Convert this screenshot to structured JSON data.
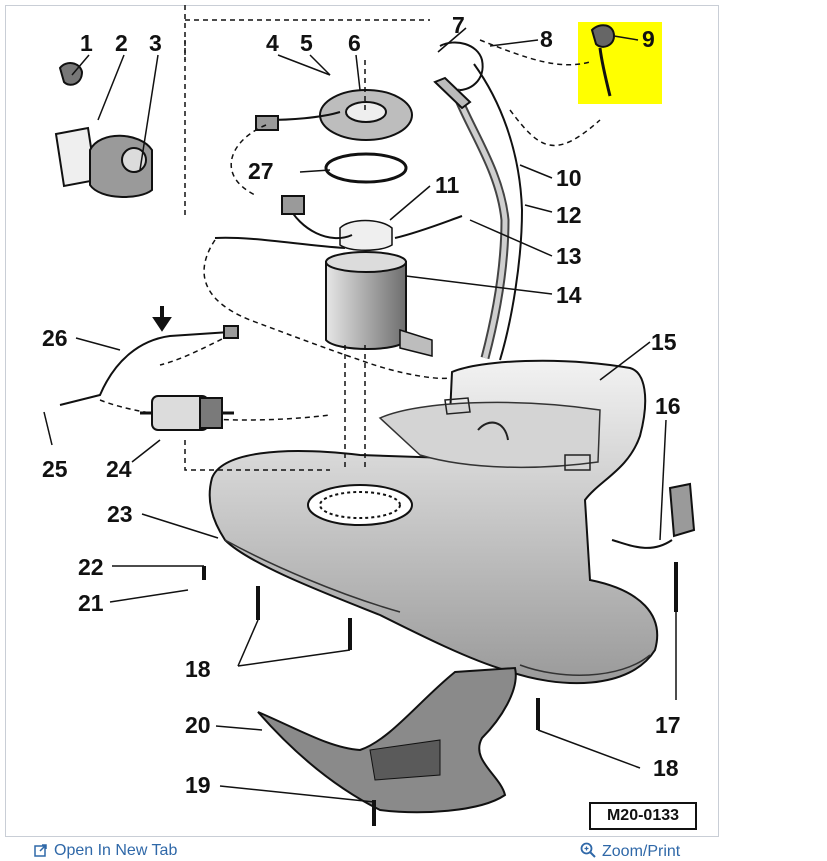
{
  "callouts": [
    "1",
    "2",
    "3",
    "4",
    "5",
    "6",
    "7",
    "8",
    "9",
    "10",
    "11",
    "12",
    "13",
    "14",
    "15",
    "16",
    "17",
    "18",
    "18",
    "19",
    "20",
    "21",
    "22",
    "23",
    "24",
    "25",
    "26",
    "27"
  ],
  "reference_code": "M20-0133",
  "footer": {
    "open_new_tab": "Open In New Tab",
    "zoom_print": "Zoom/Print"
  },
  "colors": {
    "highlight": "#ffff00",
    "line": "#111111",
    "link": "#2f68a8"
  },
  "icons": {
    "open_new_tab": "external-link-icon",
    "zoom_print": "magnifier-icon"
  }
}
